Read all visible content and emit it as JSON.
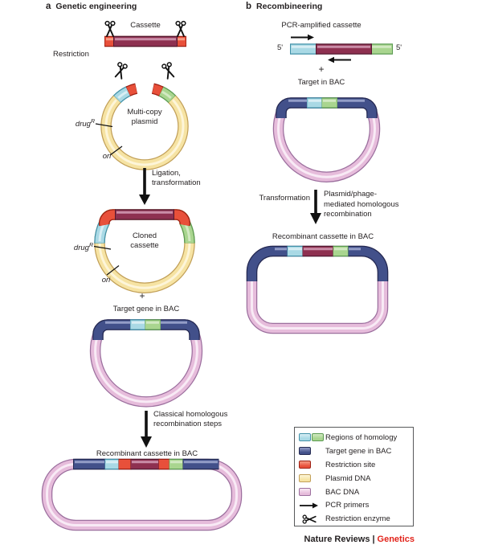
{
  "panel_a": {
    "label": "a",
    "title": "Genetic engineering",
    "cassette_label": "Cassette",
    "restriction_label": "Restriction",
    "plasmid_name_line1": "Multi-copy",
    "plasmid_name_line2": "plasmid",
    "drug_label": "drug",
    "drug_sup": "R",
    "ori_label": "ori",
    "arrow1_line1": "Ligation,",
    "arrow1_line2": "transformation",
    "cloned_name_line1": "Cloned",
    "cloned_name_line2": "cassette",
    "plus": "+",
    "target_label": "Target gene in BAC",
    "arrow2_line1": "Classical homologous",
    "arrow2_line2": "recombination steps",
    "recombinant_label": "Recombinant cassette in BAC"
  },
  "panel_b": {
    "label": "b",
    "title": "Recombineering",
    "pcr_cassette_label": "PCR-amplified cassette",
    "five_prime_left": "5'",
    "five_prime_right": "5'",
    "plus": "+",
    "target_label": "Target in BAC",
    "transformation_label": "Transformation",
    "arrow_line1": "Plasmid/phage-",
    "arrow_line2": "mediated homologous",
    "arrow_line3": "recombination",
    "recombinant_label": "Recombinant cassette in BAC"
  },
  "legend": {
    "items": [
      {
        "label": "Regions of homology",
        "swatches": [
          "homology-blue",
          "homology-green"
        ]
      },
      {
        "label": "Target gene in BAC",
        "swatches": [
          "target-navy"
        ]
      },
      {
        "label": "Restriction site",
        "swatches": [
          "restriction-red"
        ]
      },
      {
        "label": "Plasmid DNA",
        "swatches": [
          "plasmid-yellow"
        ]
      },
      {
        "label": "BAC DNA",
        "swatches": [
          "bac-pink"
        ]
      },
      {
        "label": "PCR primers",
        "icon": "pcr-primer-arrow"
      },
      {
        "label": "Restriction enzyme",
        "icon": "restriction-enzyme-scissors"
      }
    ]
  },
  "footer": {
    "journal": "Nature Reviews",
    "separator": "|",
    "field": "Genetics"
  },
  "palette": {
    "homology_blue": "#a9d9e5",
    "homology_blue_border": "#4191a8",
    "homology_blue_highlight": "#d8eef4",
    "homology_green": "#a9d58f",
    "homology_green_border": "#5a9a50",
    "homology_green_highlight": "#d2e9c2",
    "target_navy": "#42508a",
    "target_navy_border": "#232a52",
    "target_navy_highlight": "#939dc7",
    "restriction_red": "#e8503a",
    "restriction_red_border": "#9c1f12",
    "restriction_red_highlight": "#f59c84",
    "plasmid_yellow": "#f6e3a3",
    "plasmid_yellow_border": "#c2a058",
    "plasmid_yellow_highlight": "#fdf5d9",
    "bac_pink": "#e6bcdb",
    "bac_pink_border": "#9c6f9e",
    "bac_pink_highlight": "#f8eaf5",
    "cassette_maroon": "#8e3050",
    "cassette_maroon_border": "#541a31",
    "cassette_maroon_highlight": "#ca8da7",
    "journal_red": "#e2231a",
    "text": "#231f20"
  }
}
